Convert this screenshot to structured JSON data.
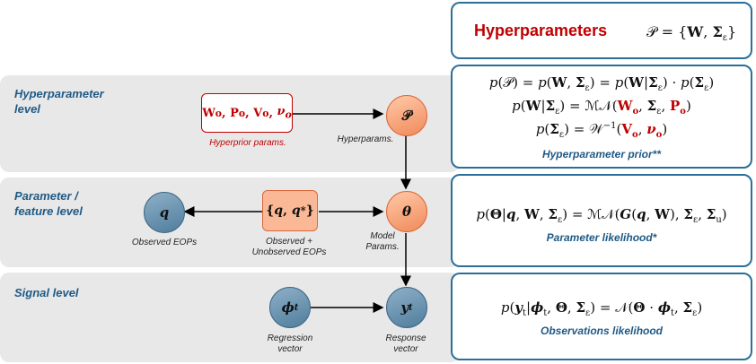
{
  "levels": {
    "hyper": "Hyperparameter level",
    "param_line1": "Parameter /",
    "param_line2": "feature level",
    "signal": "Signal level"
  },
  "header": {
    "title": "Hyperparameters",
    "formula": "𝒫 = {W, Σ_ε}"
  },
  "boxes": {
    "hyperprior_params_label": "Hyperprior params.",
    "hyperprior_params_math": "W_o, P_o, V_o, ν_o",
    "observed_unobserved_math": "{q, q*}",
    "observed_unobserved_label_1": "Observed +",
    "observed_unobserved_label_2": "Unobserved EOPs"
  },
  "nodes": {
    "P": "𝒫",
    "P_label": "Hyperparams.",
    "theta": "θ",
    "theta_label_1": "Model",
    "theta_label_2": "Params.",
    "q": "q",
    "q_label": "Observed EOPs",
    "phi": "ϕ_t",
    "phi_label_1": "Regression",
    "phi_label_2": "vector",
    "y": "y_t",
    "y_label_1": "Response",
    "y_label_2": "vector"
  },
  "panels": {
    "prior": {
      "eq1": "p(𝒫) = p(W, Σ_ε) = p(W|Σ_ε) · p(Σ_ε)",
      "eq2": "p(W|Σ_ε) = ℳ𝒩(W_o, Σ_ε, P_o)",
      "eq3": "p(Σ_ε) = 𝒲⁻¹(V_o, ν_o)",
      "caption": "Hyperparameter prior**"
    },
    "likelihood": {
      "eq": "p(Θ|q, W, Σ_ε) = ℳ𝒩(G(q, W), Σ_ε, Σ_u)",
      "caption": "Parameter likelihood*"
    },
    "observations": {
      "eq": "p(y_t|ϕ_t, Θ, Σ_ε) = 𝒩(Θ · ϕ_t, Σ_ε)",
      "caption": "Observations likelihood"
    }
  },
  "colors": {
    "accent_blue": "#2a6f98",
    "red": "#c00000",
    "orange": "#f08a5a",
    "node_blue": "#5f8aa8"
  }
}
